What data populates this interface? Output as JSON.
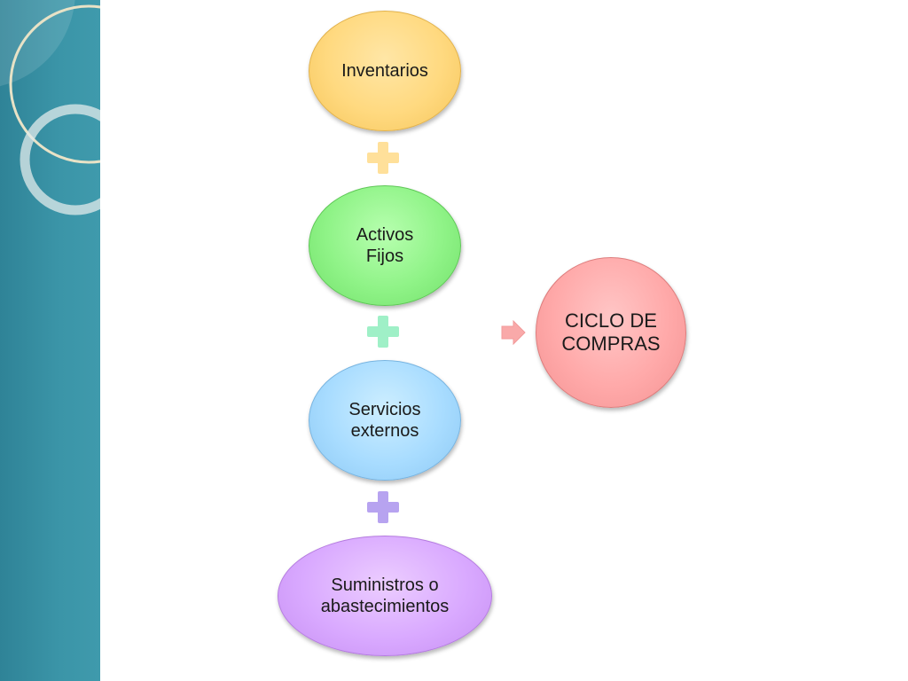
{
  "diagram": {
    "nodes": [
      {
        "id": "inventarios",
        "label": "Inventarios"
      },
      {
        "id": "activos-fijos",
        "label": "Activos\nFijos"
      },
      {
        "id": "servicios-externos",
        "label": "Servicios\nexternos"
      },
      {
        "id": "suministros",
        "label": "Suministros o\nabastecimientos"
      }
    ],
    "result": {
      "label": "CICLO DE\nCOMPRAS"
    },
    "connectors": [
      "plus-icon",
      "plus-icon",
      "plus-icon"
    ],
    "result_connector": "arrow-right-icon"
  },
  "colors": {
    "sidebar": "#3b95a8",
    "inventarios": "#ffd97f",
    "activos_fijos": "#8ff387",
    "servicios_externos": "#a8dcff",
    "suministros": "#d9a9ff",
    "ciclo_de_compras": "#ffa9a9"
  }
}
